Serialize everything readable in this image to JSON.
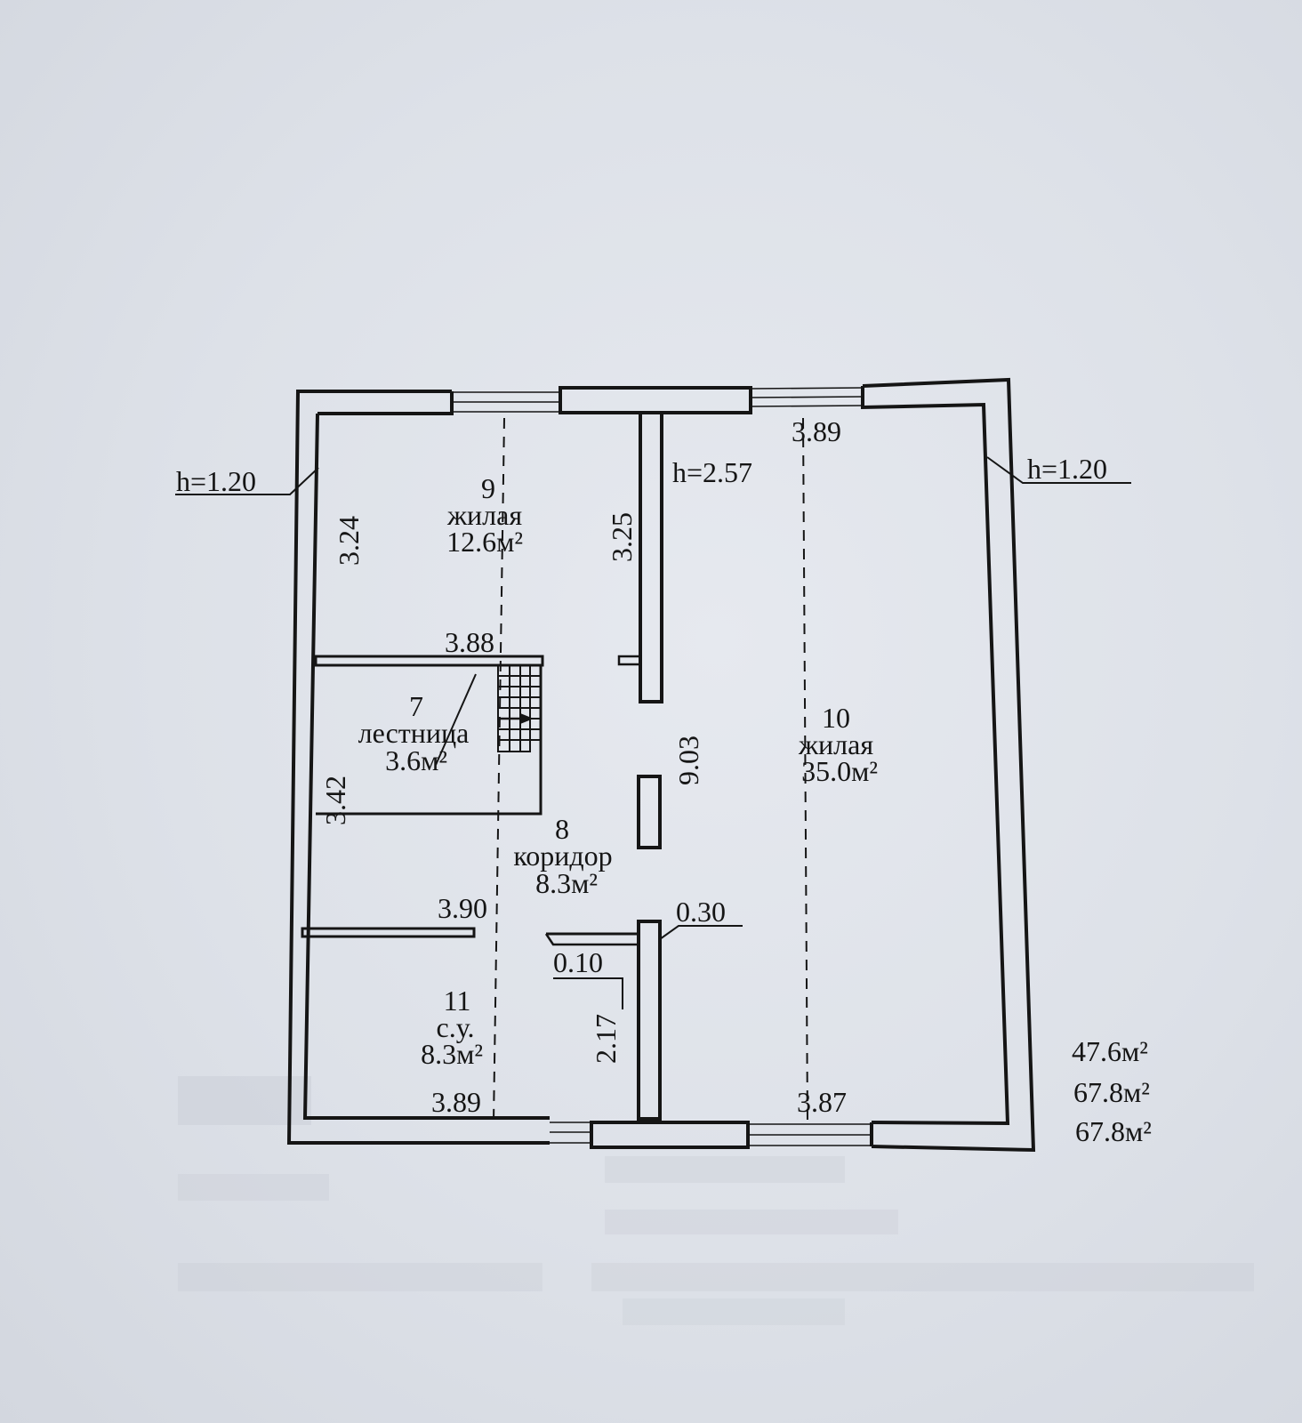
{
  "rooms": {
    "r9": {
      "number": "9",
      "name": "жилая",
      "area": "12.6м²"
    },
    "r7": {
      "number": "7",
      "name": "лестница",
      "area": "3.6м²"
    },
    "r8": {
      "number": "8",
      "name": "коридор",
      "area": "8.3м²"
    },
    "r10": {
      "number": "10",
      "name": "жилая",
      "area": "35.0м²"
    },
    "r11": {
      "number": "11",
      "name": "с.у.",
      "area": "8.3м²"
    }
  },
  "dimensions": {
    "top_right_width": "3.89",
    "room9_height": "3.24",
    "partition_height": "3.25",
    "room9_width": "3.88",
    "corridor_length": "9.03",
    "stair_height": "3.42",
    "bath_width_top": "3.90",
    "wall_thickness": "0.30",
    "door_jamb": "0.10",
    "bath_wall_length": "2.17",
    "bottom_left_width": "3.89",
    "bottom_right_width": "3.87"
  },
  "heights": {
    "left": "h=1.20",
    "right": "h=1.20",
    "inner": "h=2.57"
  },
  "totals": [
    "47.6м²",
    "67.8м²",
    "67.8м²"
  ],
  "colors": {
    "line": "#151515",
    "paper": "#e2e6ec",
    "ghost": "#b9bdc6"
  }
}
